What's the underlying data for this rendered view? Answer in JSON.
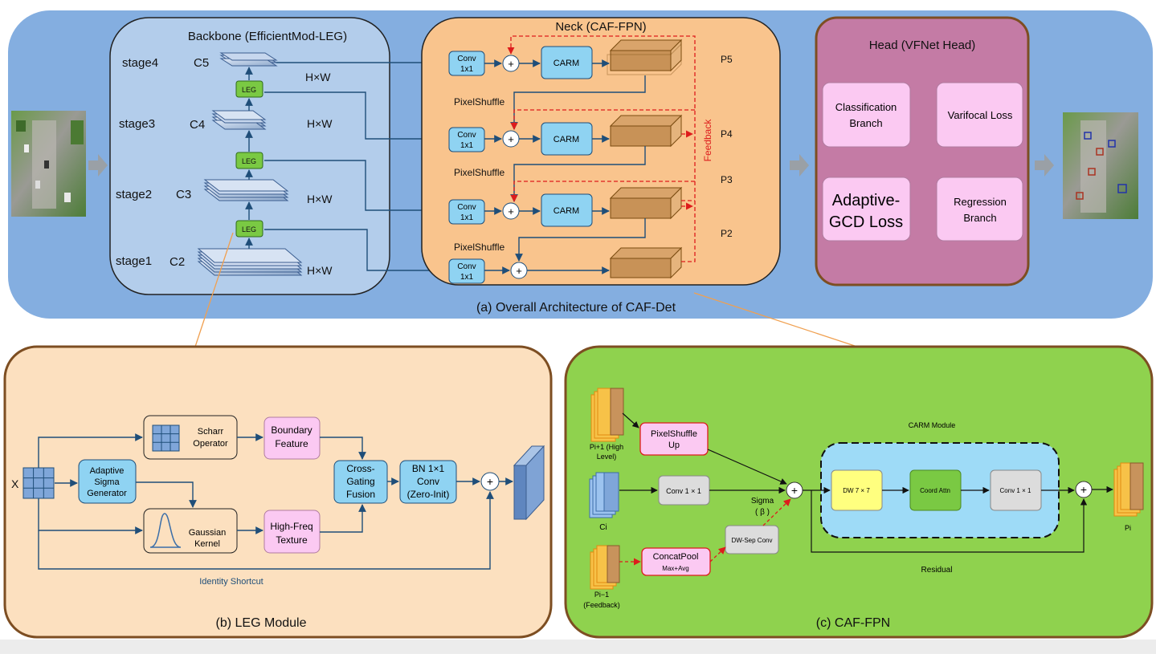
{
  "overall": {
    "caption": "(a) Overall Architecture of CAF-Det",
    "backbone": {
      "title": "Backbone (EfficientMod-LEG)",
      "stages": [
        {
          "stage": "stage4",
          "c": "C5",
          "dim": "H×W"
        },
        {
          "stage": "stage3",
          "c": "C4",
          "dim": "H×W"
        },
        {
          "stage": "stage2",
          "c": "C3",
          "dim": "H×W"
        },
        {
          "stage": "stage1",
          "c": "C2",
          "dim": "H×W"
        }
      ],
      "leg_label": "LEG"
    },
    "neck": {
      "title": "Neck  (CAF-FPN)",
      "conv_line1": "Conv",
      "conv_line2": "1x1",
      "carm": "CARM",
      "pixelshuffle": "PixelShuffle",
      "feedback": "Feedback",
      "levels": [
        "P5",
        "P4",
        "P3",
        "P2"
      ]
    },
    "head": {
      "title": "Head (VFNet Head)",
      "cls_line1": "Classification",
      "cls_line2": "Branch",
      "varifocal": "Varifocal Loss",
      "agcd_line1": "Adaptive-",
      "agcd_line2": "GCD Loss",
      "reg_line1": "Regression",
      "reg_line2": "Branch"
    }
  },
  "leg": {
    "caption": "(b) LEG Module",
    "x_label": "X",
    "adaptive": [
      "Adaptive",
      "Sigma",
      "Generator"
    ],
    "scharr": [
      "Scharr",
      "Operator"
    ],
    "gaussian": [
      "Gaussian",
      "Kernel"
    ],
    "boundary": [
      "Boundary",
      "Feature"
    ],
    "highfreq": [
      "High-Freq",
      "Texture"
    ],
    "fusion": [
      "Cross-",
      "Gating",
      "Fusion"
    ],
    "bnconv": [
      "BN  1×1",
      "Conv",
      "(Zero-Init)"
    ],
    "identity": "Identity Shortcut"
  },
  "caf": {
    "caption": "(c) CAF-FPN",
    "pi1": [
      "Pi+1 (High",
      "Level)"
    ],
    "pixelshuffle": [
      "PixelShuffle",
      "Up"
    ],
    "ci": "Ci",
    "conv11": "Conv 1 × 1",
    "pim1": [
      "Pi−1",
      "(Feedback)"
    ],
    "concatpool": [
      "ConcatPool",
      "Max+Avg"
    ],
    "sigma": [
      "Sigma",
      "( β )"
    ],
    "dwsep": "DW-Sep Conv",
    "carm_title": "CARM Module",
    "dw77": "DW 7 × 7",
    "coord": "Coord Attn",
    "conv11b": "Conv 1 × 1",
    "residual": "Residual",
    "pi": "Pi"
  },
  "colors": {
    "overall_bg": "#84aee0",
    "backbone_bg": "#b3cdeb",
    "neck_bg": "#f9c48d",
    "head_bg": "#c47ba5",
    "pink_box": "#fbc9f2",
    "leg_bg": "#fce0bf",
    "caf_bg": "#8fd24e",
    "carm_bg": "#9edbf7",
    "feedback_red": "#dd1c1c",
    "arrow_blue": "#1f4e79"
  }
}
